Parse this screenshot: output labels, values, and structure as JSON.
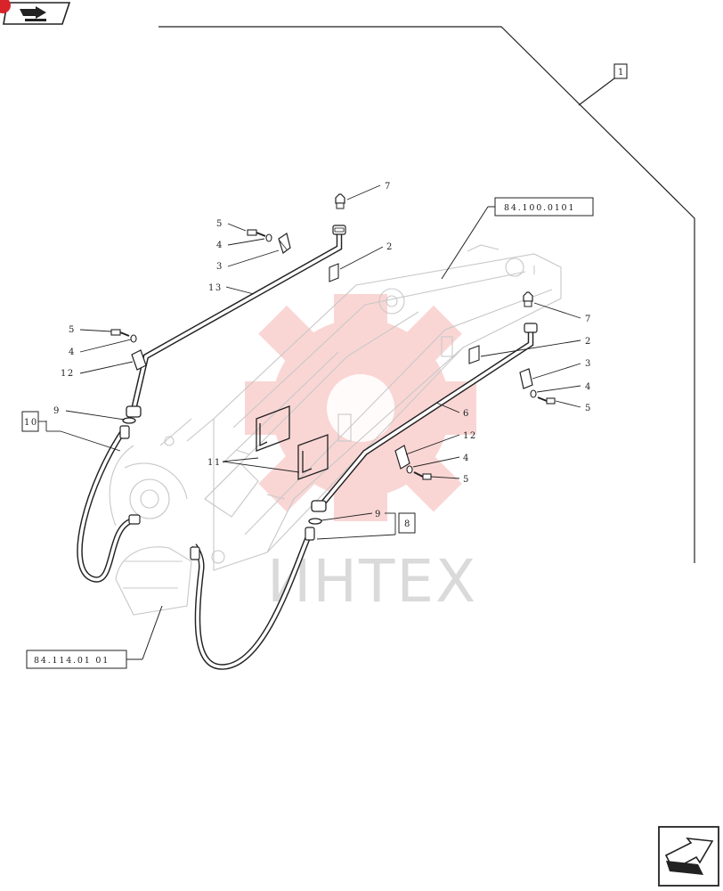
{
  "diagram": {
    "main_ref": "1",
    "refs": {
      "top_right": "84.100.0101",
      "bottom_left": "84.114.01 01"
    },
    "boxed_labels": {
      "left": "10",
      "right": "8"
    },
    "callouts": {
      "l7": "7",
      "l5a": "5",
      "l4a": "4",
      "l3a": "3",
      "l2a": "2",
      "l13": "13",
      "l5b": "5",
      "l4b": "4",
      "l12a": "12",
      "l9a": "9",
      "l11": "11",
      "r7": "7",
      "r2": "2",
      "r3": "3",
      "r4a": "4",
      "r5a": "5",
      "r6": "6",
      "r12": "12",
      "r4b": "4",
      "r5b": "5",
      "r9": "9"
    },
    "watermark": "ИНТЕХ"
  },
  "icons": {
    "top_left": "previous-page-icon",
    "bottom_right": "next-page-icon"
  },
  "colors": {
    "ink": "#222222",
    "faint_ink": "#c8c8c8",
    "watermark_red": "#e8473e"
  }
}
